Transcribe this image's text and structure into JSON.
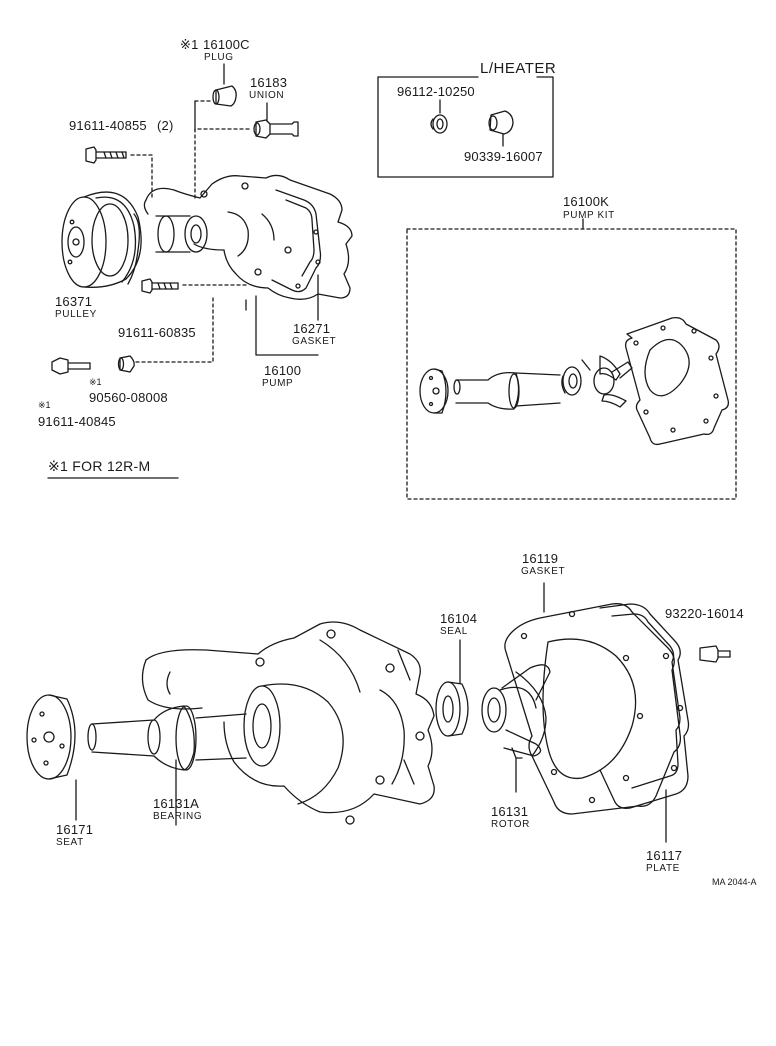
{
  "diagram": {
    "lheater": {
      "title": "L/HEATER",
      "part_a_no": "96112-10250",
      "part_b_no": "90339-16007"
    },
    "pump_kit": {
      "no": "16100K",
      "name": "PUMP KIT"
    },
    "plug": {
      "mark": "※1",
      "no": "16100C",
      "name": "PLUG"
    },
    "union": {
      "no": "16183",
      "name": "UNION"
    },
    "bolt_a": {
      "no": "91611-40855",
      "qty": "(2)"
    },
    "pulley": {
      "no": "16371",
      "name": "PULLEY"
    },
    "bolt_b": {
      "no": "91611-60835"
    },
    "gasket_upper": {
      "no": "16271",
      "name": "GASKET"
    },
    "pump": {
      "no": "16100",
      "name": "PUMP"
    },
    "nut": {
      "mark": "※1",
      "no": "90560-08008"
    },
    "bolt_c": {
      "mark": "※1",
      "no": "91611-40845"
    },
    "footnote": "※1 FOR 12R-M",
    "gasket_lower": {
      "no": "16119",
      "name": "GASKET"
    },
    "seal": {
      "no": "16104",
      "name": "SEAL"
    },
    "bolt_d": {
      "no": "93220-16014"
    },
    "seat": {
      "no": "16171",
      "name": "SEAT"
    },
    "bearing": {
      "no": "16131A",
      "name": "BEARING"
    },
    "rotor": {
      "no": "16131",
      "name": "ROTOR"
    },
    "plate": {
      "no": "16117",
      "name": "PLATE"
    },
    "ref_code": "MA 2044-A"
  }
}
